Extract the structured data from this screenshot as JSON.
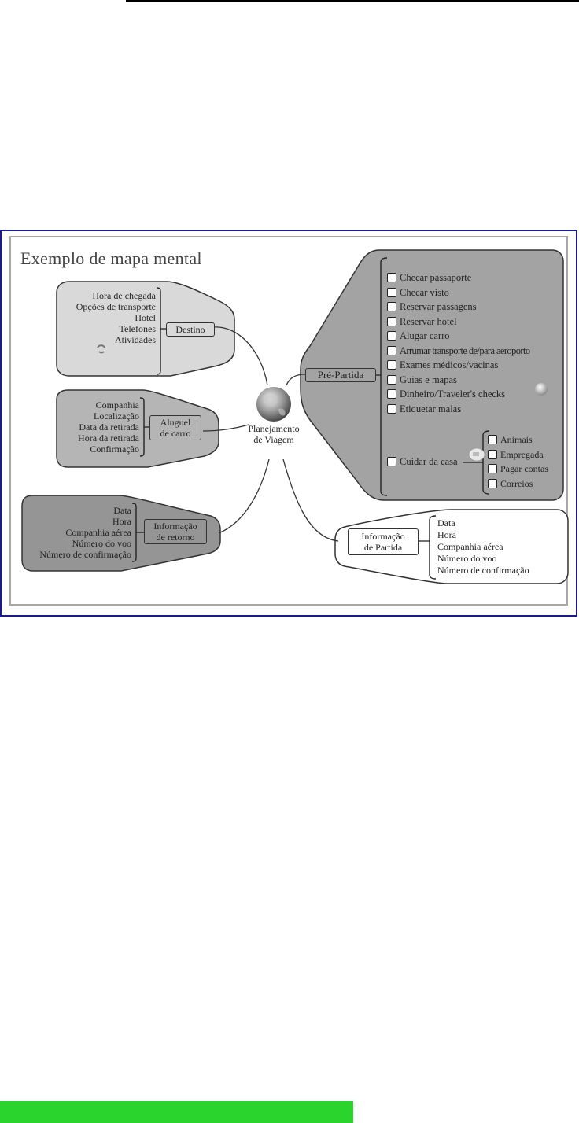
{
  "figure": {
    "title": "Exemplo de mapa mental",
    "center": {
      "label_line1": "Planejamento",
      "label_line2": "de Viagem",
      "icon": "globe-icon"
    },
    "branches": {
      "destino": {
        "label": "Destino",
        "items": [
          "Hora de chegada",
          "Opções de transporte",
          "Hotel",
          "Telefones",
          "Atividades"
        ],
        "item_icon": "phone-icon"
      },
      "aluguel": {
        "label_line1": "Aluguel",
        "label_line2": "de carro",
        "items": [
          "Companhia",
          "Localização",
          "Data da retirada",
          "Hora da retirada",
          "Confirmação"
        ]
      },
      "retorno": {
        "label_line1": "Informação",
        "label_line2": "de retorno",
        "items": [
          "Data",
          "Hora",
          "Companhia aérea",
          "Número do voo",
          "Número de confirmação"
        ]
      },
      "pre_partida": {
        "label": "Pré-Partida",
        "items": [
          "Checar passaporte",
          "Checar visto",
          "Reservar passagens",
          "Reservar hotel",
          "Alugar carro",
          "Arrumar transporte de/para aeroporto",
          "Exames médicos/vacinas",
          "Guias e mapas",
          "Dinheiro/Traveler's checks",
          "Etiquetar malas"
        ],
        "money_icon": "coin-icon",
        "casa": {
          "label": "Cuidar da casa",
          "icon": "house-icon",
          "items": [
            "Animais",
            "Empregada",
            "Pagar contas",
            "Correios"
          ]
        }
      },
      "partida": {
        "label_line1": "Informação",
        "label_line2": "de Partida",
        "items": [
          "Data",
          "Hora",
          "Companhia aérea",
          "Número do voo",
          "Número de confirmação"
        ]
      }
    }
  },
  "colors": {
    "frame_border": "#1a1a8c",
    "inner_border": "#a8a8a8",
    "light_fill": "#d9d9d9",
    "mid_fill": "#b5b5b5",
    "dark_fill": "#959595",
    "pre_partida_fill": "#a3a3a3",
    "bottom_bar": "#2ad42d"
  }
}
